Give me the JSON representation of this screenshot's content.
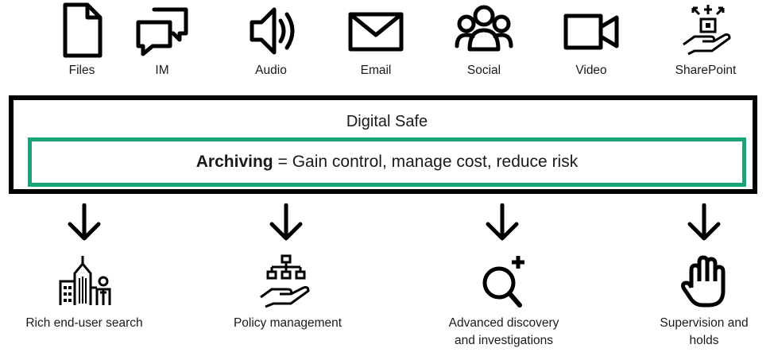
{
  "sources": [
    {
      "label": "Files",
      "icon": "file-icon"
    },
    {
      "label": "IM",
      "icon": "chat-bubbles-icon"
    },
    {
      "label": "Audio",
      "icon": "speaker-icon"
    },
    {
      "label": "Email",
      "icon": "envelope-icon"
    },
    {
      "label": "Social",
      "icon": "people-group-icon"
    },
    {
      "label": "Video",
      "icon": "video-camera-icon"
    },
    {
      "label": "SharePoint",
      "icon": "hand-sharing-icon"
    }
  ],
  "digital_safe": {
    "title": "Digital Safe",
    "archiving_bold": "Archiving",
    "archiving_text": "= Gain control, manage cost, reduce risk"
  },
  "outcomes": [
    {
      "label_line1": "Rich end-user search",
      "label_line2": "",
      "icon": "building-person-icon"
    },
    {
      "label_line1": "Policy management",
      "label_line2": "",
      "icon": "hand-hierarchy-icon"
    },
    {
      "label_line1": "Advanced discovery",
      "label_line2": "and investigations",
      "icon": "magnifier-plus-icon"
    },
    {
      "label_line1": "Supervision and",
      "label_line2": "holds",
      "icon": "raised-hand-icon"
    }
  ],
  "colors": {
    "frame": "#000000",
    "archiving_border": "#1aa47c"
  }
}
